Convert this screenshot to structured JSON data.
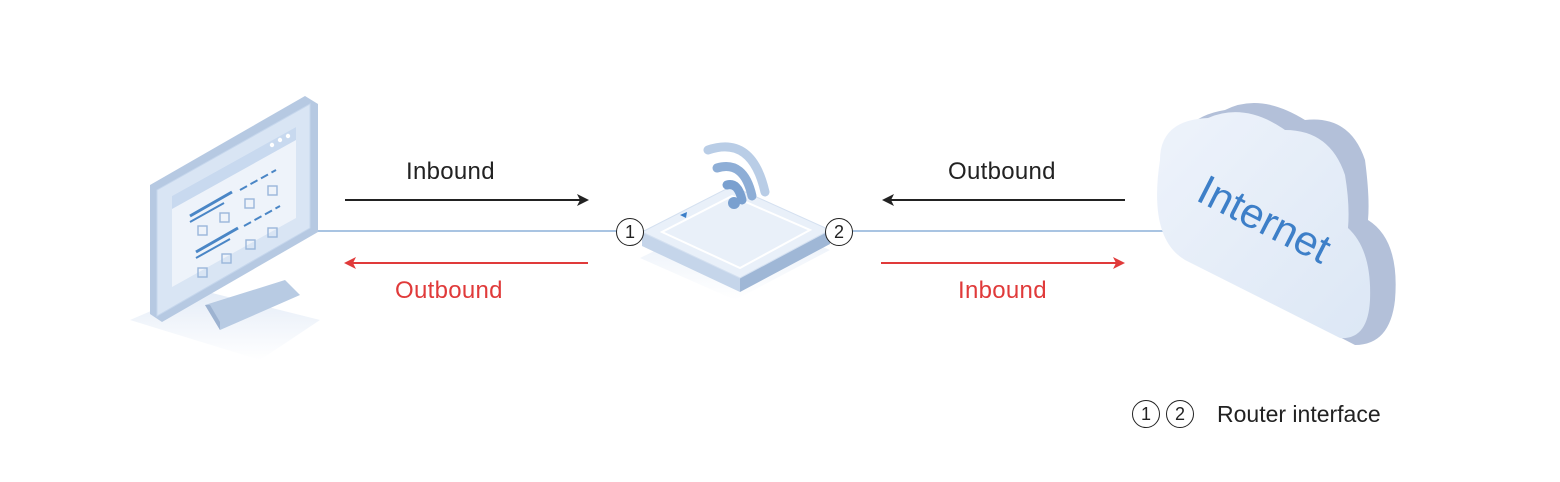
{
  "diagram": {
    "nodes": {
      "computer": {
        "icon": "computer-monitor-icon"
      },
      "router": {
        "icon": "wifi-router-icon"
      },
      "internet": {
        "icon": "cloud-icon",
        "label": "Internet"
      }
    },
    "left_link": {
      "top_label": "Inbound",
      "top_direction": "right",
      "bottom_label": "Outbound",
      "bottom_direction": "left"
    },
    "right_link": {
      "top_label": "Outbound",
      "top_direction": "left",
      "bottom_label": "Inbound",
      "bottom_direction": "right"
    },
    "interfaces": [
      "1",
      "2"
    ],
    "legend": {
      "markers": [
        "1",
        "2"
      ],
      "text": "Router interface"
    },
    "colors": {
      "black_arrow": "#222222",
      "red_arrow": "#e03a3a",
      "link_line": "#a9c4e2",
      "internet_text": "#3d7fc8"
    }
  }
}
